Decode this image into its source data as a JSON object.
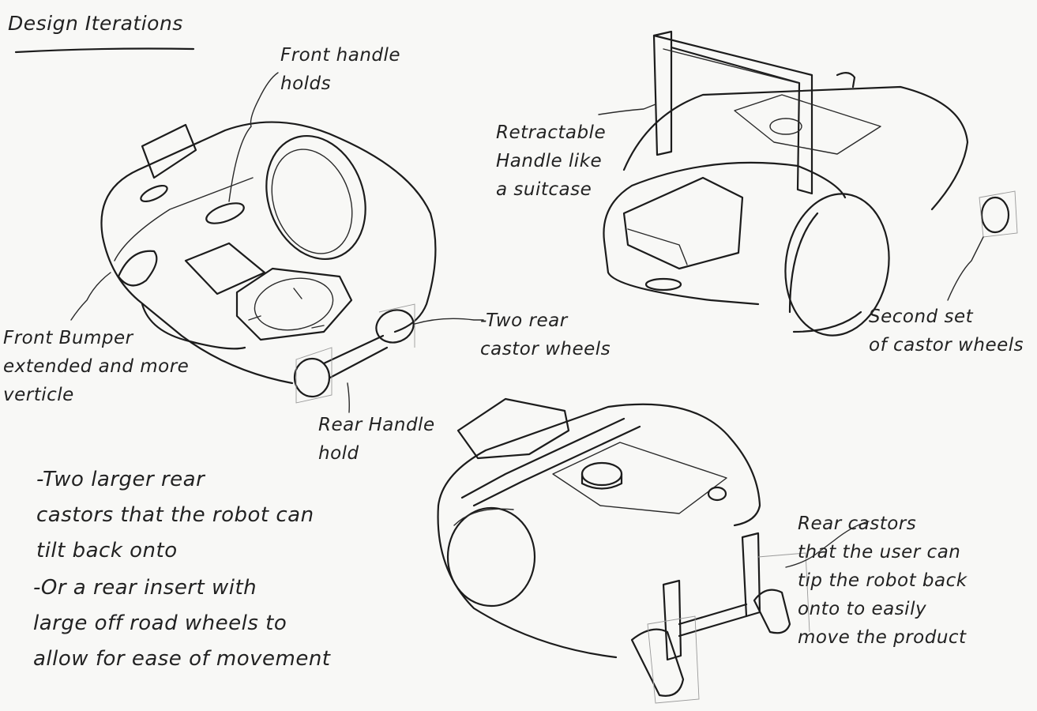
{
  "title": "Design Iterations",
  "annotations": {
    "front_handle": "Front handle\nholds",
    "front_bumper": "Front Bumper\nextended and more\nverticle",
    "two_rear_castor": "-Two rear\ncastor wheels",
    "rear_handle": "Rear Handle\nhold",
    "retractable_handle": "Retractable\nHandle like\na suitcase",
    "second_set": "Second set\nof castor wheels",
    "rear_castors_tip": "Rear castors\nthat the user can\ntip the robot back\nonto to easily\nmove the product"
  },
  "notes": [
    "-Two larger rear\ncastors that the robot can\ntilt back onto",
    "-Or a rear insert with\nlarge off road wheels to\nallow for ease of movement"
  ]
}
